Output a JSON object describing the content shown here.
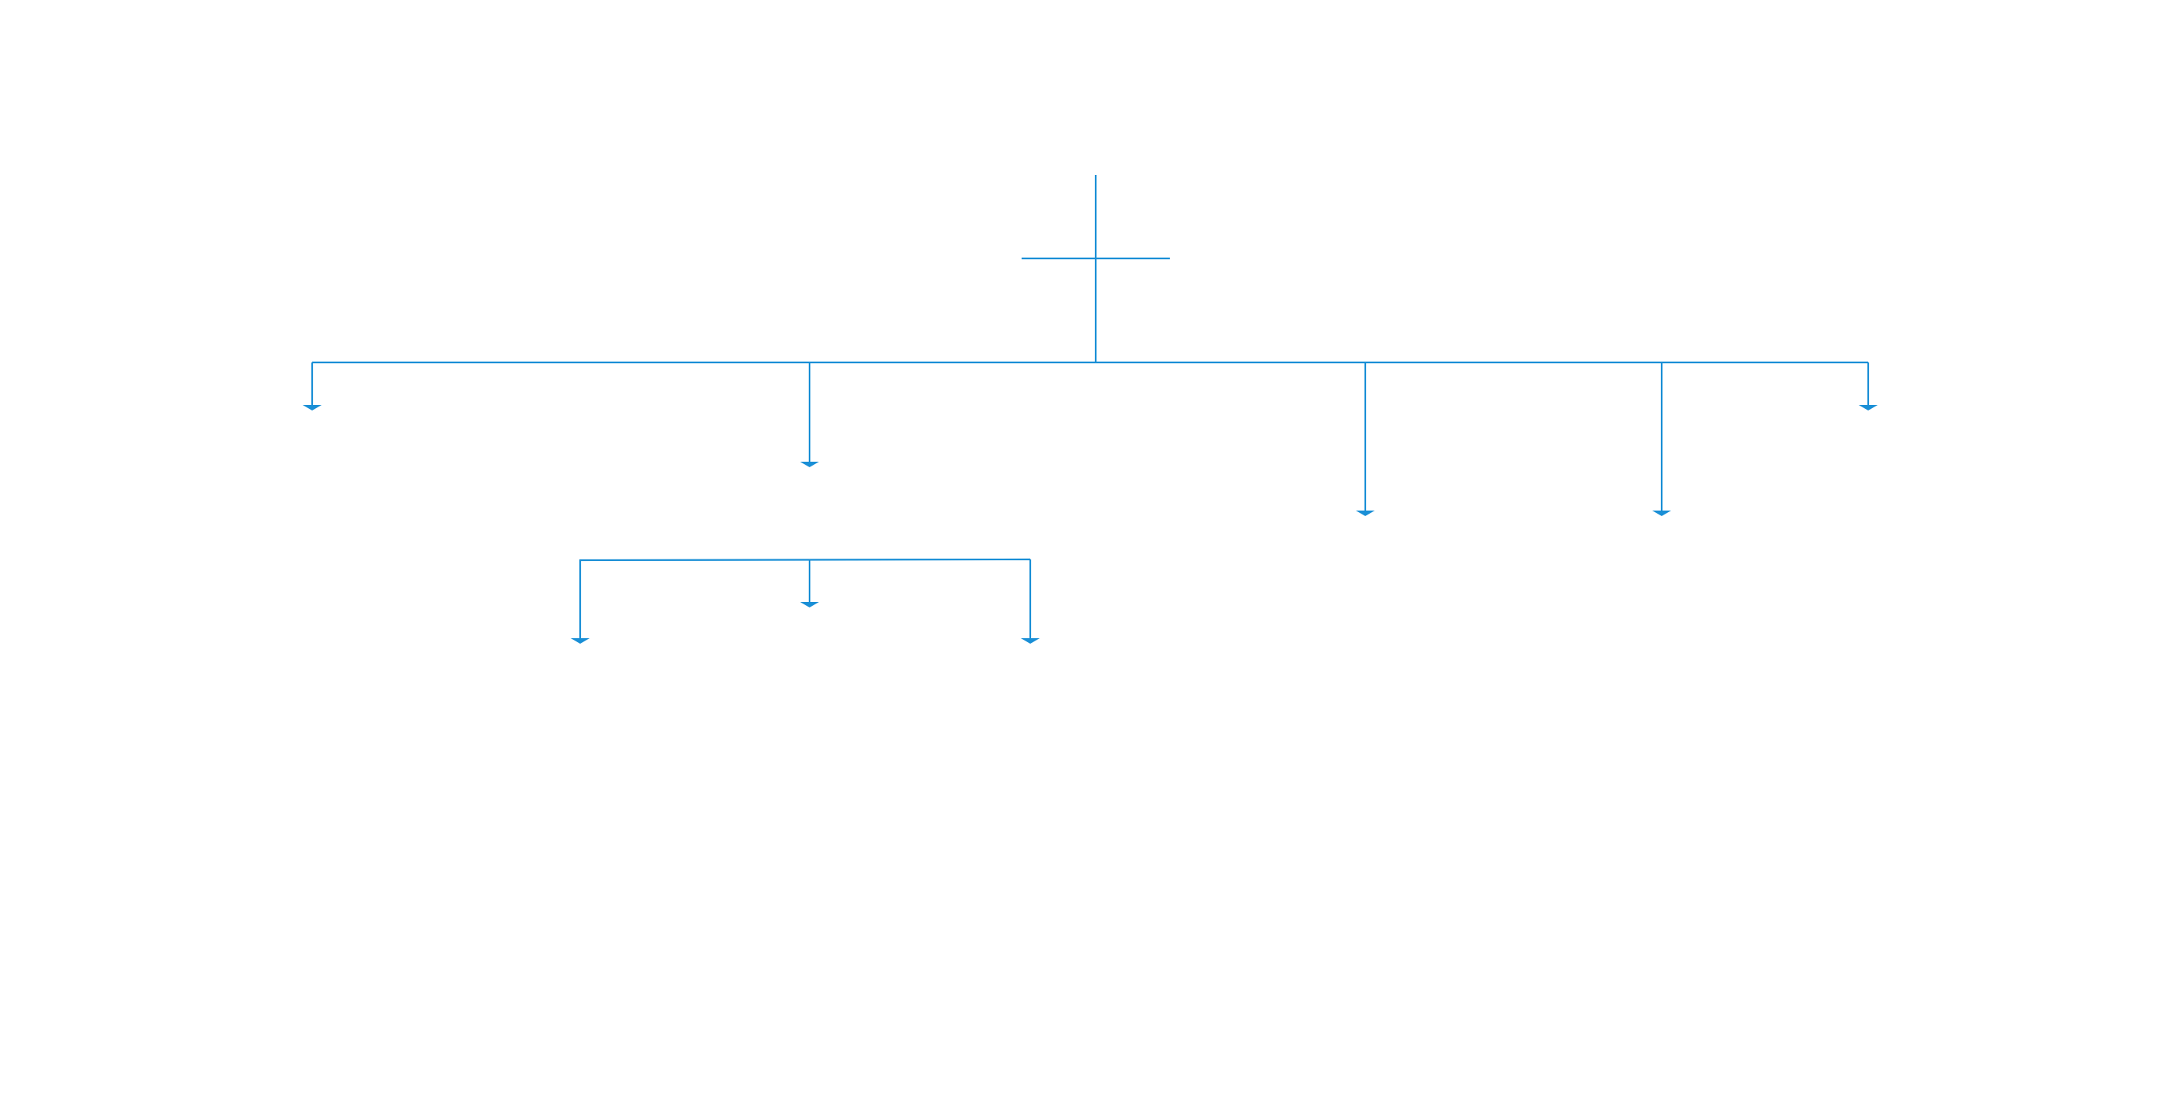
{
  "diagram": {
    "type": "hierarchy-connectors",
    "line_color": "#1a8fd6",
    "node_labels": [],
    "levels": [
      {
        "level": 0,
        "branches": 1
      },
      {
        "level": 1,
        "branches": 5
      },
      {
        "level": 2,
        "branches": 3
      }
    ]
  }
}
